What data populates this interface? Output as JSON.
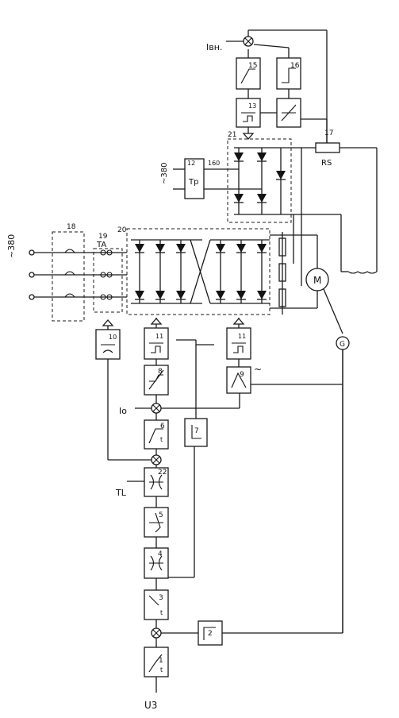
{
  "labels": {
    "supply_top": "~380",
    "supply_mid": "~380",
    "excitation_current": "Iвн.",
    "shunt": "RS",
    "transformer": "Tp",
    "current_transformer": "TA",
    "setpoint_voltage": "U3",
    "load_torque": "TL",
    "current_ref": "Io",
    "motor": "M",
    "tachogen": "G",
    "wave": "~"
  },
  "numbers": {
    "n1": "1",
    "n2": "2",
    "n3": "3",
    "n4": "4",
    "n5": "5",
    "n6": "6",
    "n7": "7",
    "n8": "8",
    "n9": "9",
    "n10": "10",
    "n11a": "11",
    "n11b": "11",
    "n12": "12",
    "n13": "13",
    "n15": "15",
    "n16": "16",
    "n160": "160",
    "n17": "17",
    "n18": "18",
    "n19": "19",
    "n20": "20",
    "n21": "21",
    "n22": "22"
  }
}
